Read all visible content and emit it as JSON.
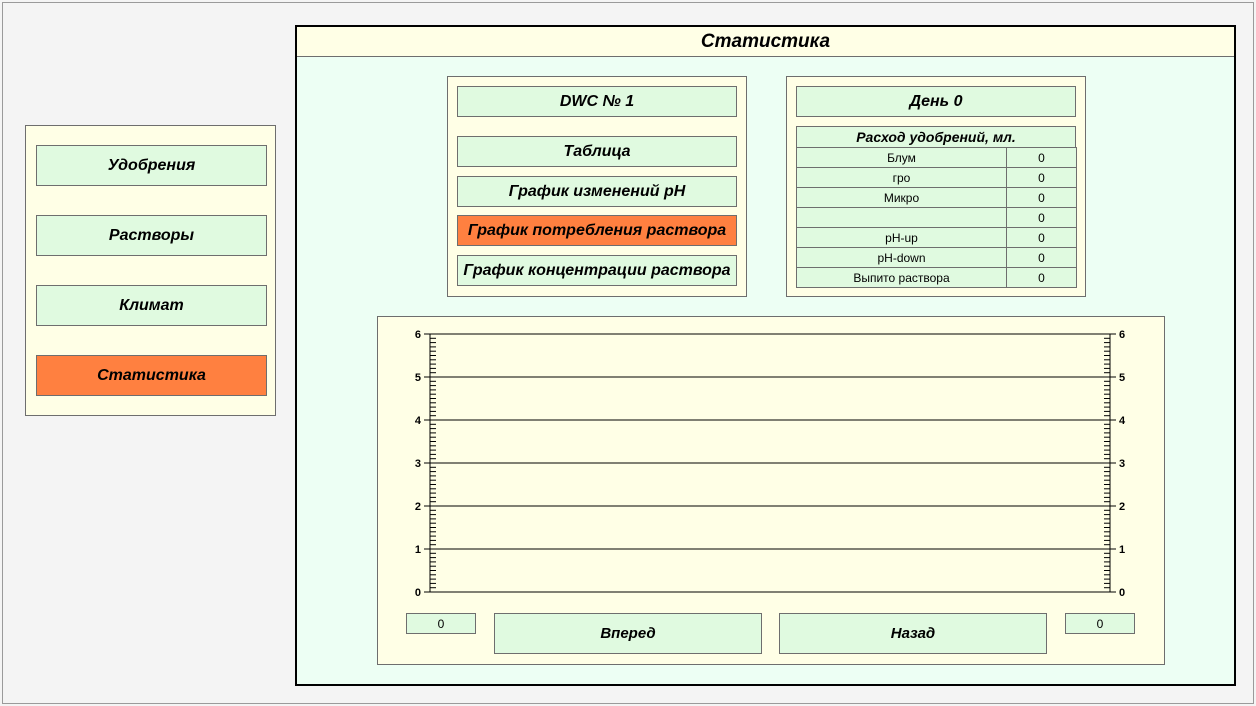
{
  "sidebar": {
    "items": [
      {
        "label": "Удобрения",
        "active": false
      },
      {
        "label": "Растворы",
        "active": false
      },
      {
        "label": "Климат",
        "active": false
      },
      {
        "label": "Статистика",
        "active": true
      }
    ]
  },
  "main": {
    "title": "Статистика",
    "left_panel": {
      "system_label": "DWC № 1",
      "buttons": [
        {
          "label": "Таблица",
          "active": false
        },
        {
          "label": "График изменений pH",
          "active": false
        },
        {
          "label": "График потребления раствора",
          "active": true
        },
        {
          "label": "График концентрации раствора",
          "active": false
        }
      ]
    },
    "right_panel": {
      "day_label": "День 0",
      "table_title": "Расход удобрений, мл.",
      "rows": [
        {
          "name": "Блум",
          "value": "0"
        },
        {
          "name": "гро",
          "value": "0"
        },
        {
          "name": "Микро",
          "value": "0"
        },
        {
          "name": "",
          "value": "0"
        },
        {
          "name": "pH-up",
          "value": "0"
        },
        {
          "name": "pH-down",
          "value": "0"
        },
        {
          "name": "Выпито раствора",
          "value": "0"
        }
      ]
    },
    "chart": {
      "left_counter": "0",
      "right_counter": "0",
      "forward_label": "Вперед",
      "back_label": "Назад"
    }
  },
  "colors": {
    "button_bg": "#e0fae0",
    "active_bg": "#ff8040",
    "panel_bg": "#ffffe6",
    "main_bg": "#edfff4"
  },
  "chart_data": {
    "type": "line",
    "ylim": [
      0,
      6
    ],
    "y_ticks": [
      0,
      1,
      2,
      3,
      4,
      5,
      6
    ],
    "series": [],
    "grid": true,
    "minor_ticks_per_unit": 10
  }
}
